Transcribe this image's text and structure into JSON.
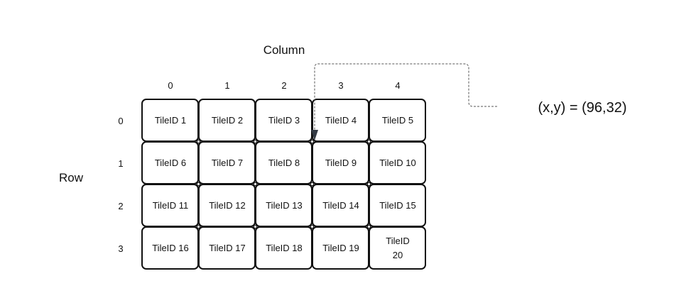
{
  "labels": {
    "column_title": "Column",
    "row_title": "Row",
    "coordinate": "(x,y) = (96,32)"
  },
  "grid": {
    "columns": [
      "0",
      "1",
      "2",
      "3",
      "4"
    ],
    "rows": [
      "0",
      "1",
      "2",
      "3"
    ],
    "tiles": [
      [
        "TileID 1",
        "TileID 2",
        "TileID 3",
        "TileID 4",
        "TileID 5"
      ],
      [
        "TileID 6",
        "TileID 7",
        "TileID 8",
        "TileID 9",
        "TileID 10"
      ],
      [
        "TileID 11",
        "TileID 12",
        "TileID 13",
        "TileID 14",
        "TileID 15"
      ],
      [
        "TileID 16",
        "TileID 17",
        "TileID 18",
        "TileID 19",
        "TileID 20"
      ]
    ]
  },
  "colors": {
    "stroke": "#111111",
    "connector": "#555555",
    "arrow": "#333a44",
    "background": "#ffffff"
  }
}
